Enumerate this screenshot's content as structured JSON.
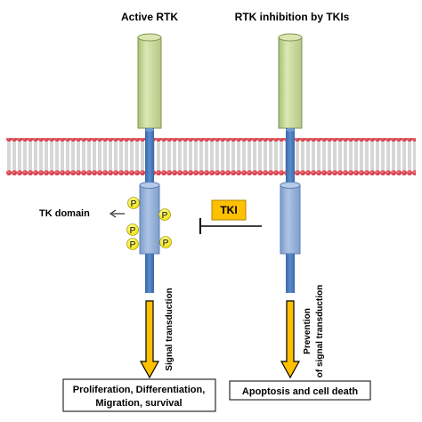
{
  "headings": {
    "left": "Active RTK",
    "right": "RTK inhibition by TKIs"
  },
  "labels": {
    "tk_domain": "TK domain",
    "tki": "TKI",
    "phospho": "P",
    "signal_transduction": "Signal transduction",
    "prevention_line1": "Prevention",
    "prevention_line2": "of signal transduction"
  },
  "outcomes": {
    "left_line1": "Proliferation, Differentiation,",
    "left_line2": "Migration, survival",
    "right": "Apoptosis  and cell death"
  },
  "colors": {
    "receptor_extracellular": "#c9dc9b",
    "receptor_stem": "#4a7bbd",
    "receptor_intracellular": "#93afd9",
    "membrane_head": "#e23a47",
    "phosphate": "#ffff00",
    "tki_box": "#ffc000",
    "arrow_fill": "#ffc000"
  },
  "icons": {
    "tk_domain_pointer": "arrow-left-icon",
    "inhibition": "inhibition-bar-icon",
    "signal_flow": "arrow-down-icon"
  }
}
